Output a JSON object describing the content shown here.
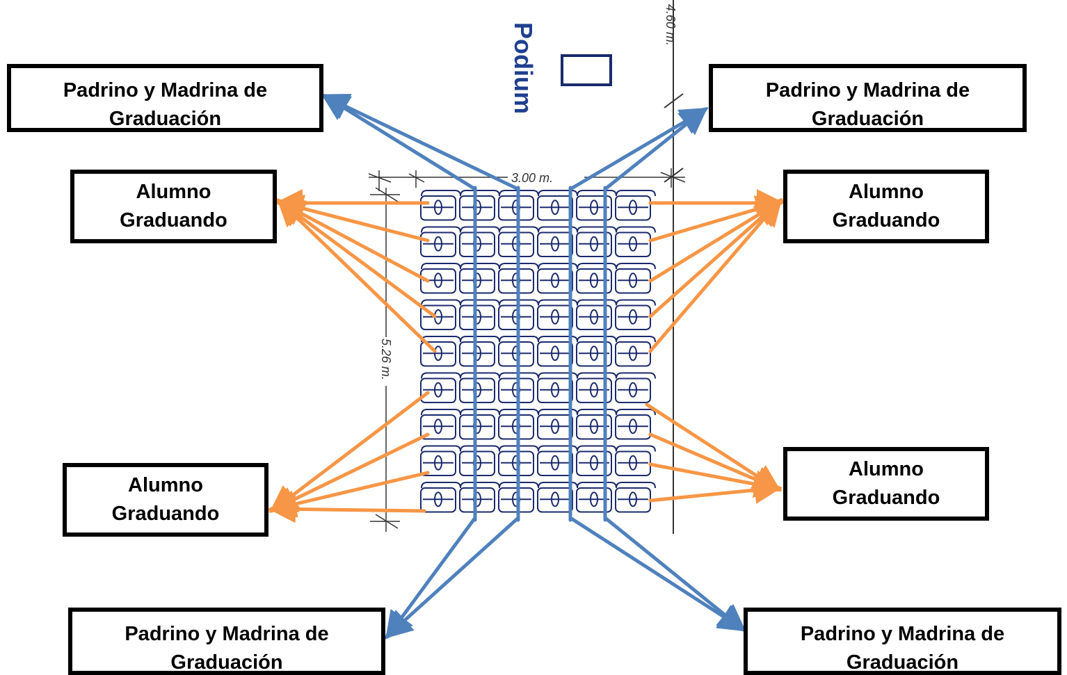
{
  "podium": {
    "label": "Podium"
  },
  "dimensions": {
    "width": "3.00 m.",
    "depth": "5.26 m.",
    "distance": "4.60 m."
  },
  "labels": {
    "padrino_top_left": {
      "line1": "Padrino y Madrina de",
      "line2": "Graduación"
    },
    "padrino_top_right": {
      "line1": "Padrino y Madrina de",
      "line2": "Graduación"
    },
    "padrino_bottom_left": {
      "line1": "Padrino y Madrina de",
      "line2": "Graduación"
    },
    "padrino_bottom_right": {
      "line1": "Padrino y Madrina de",
      "line2": "Graduación"
    },
    "alumno_top_left": {
      "line1": "Alumno",
      "line2": "Graduando"
    },
    "alumno_top_right": {
      "line1": "Alumno",
      "line2": "Graduando"
    },
    "alumno_bottom_left": {
      "line1": "Alumno",
      "line2": "Graduando"
    },
    "alumno_bottom_right": {
      "line1": "Alumno",
      "line2": "Graduando"
    }
  },
  "seating": {
    "rows": 9,
    "columns": 6
  },
  "colors": {
    "student_arrow": "#f79646",
    "godparent_arrow": "#4f81bd",
    "drawing": "#1a2a6c",
    "box_border": "#000000"
  }
}
